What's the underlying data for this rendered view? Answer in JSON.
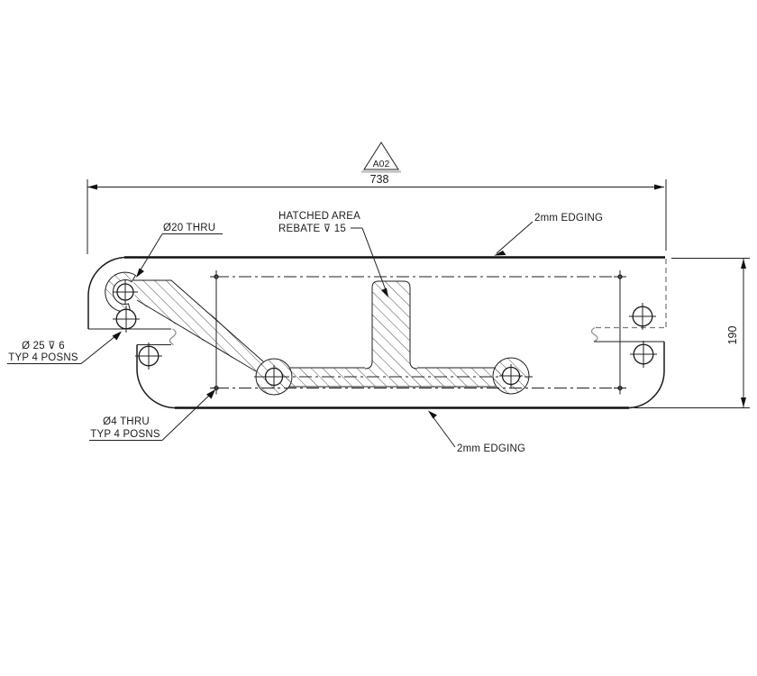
{
  "drawing": {
    "revision_triangle": "A02",
    "dimensions": {
      "width": "738",
      "height": "190"
    },
    "labels": {
      "hole20_thru": "Ø20 THRU",
      "hatched_area_line1": "HATCHED AREA",
      "hatched_area_line2": "REBATE ⊽ 15",
      "edging_top": "2mm EDGING",
      "edging_bottom": "2mm EDGING",
      "cbore_line1": "Ø 25 ⊽ 6",
      "cbore_line2": "TYP 4 POSNS",
      "hole4_line1": "Ø4 THRU",
      "hole4_line2": "TYP 4 POSNS"
    },
    "colors": {
      "line": "#1a1a1a",
      "hidden_line": "#7d7d7d",
      "background": "#ffffff"
    }
  }
}
